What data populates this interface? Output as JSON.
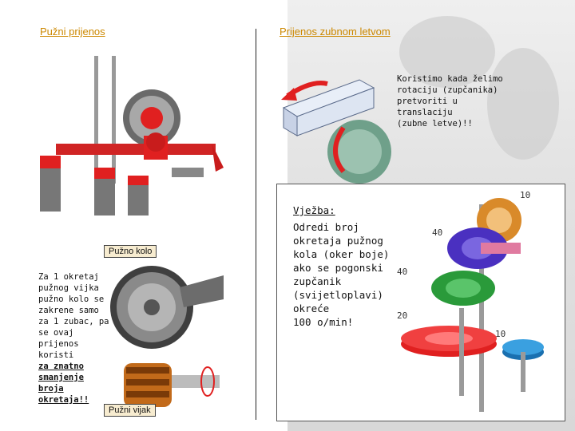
{
  "left_section": {
    "heading": "Pužni prijenos",
    "callout_worm_wheel": "Pužno kolo",
    "callout_worm_screw": "Pužni vijak",
    "description_plain": [
      "Za 1 okretaj",
      "pužnog vijka",
      "pužno kolo se",
      "zakrene samo",
      "za 1 zubac, pa",
      "se ovaj",
      "prijenos koristi"
    ],
    "description_emphasis": [
      "za znatno",
      "smanjenje",
      "broja",
      "okretaja!!"
    ]
  },
  "right_section": {
    "heading": "Prijenos zubnom letvom",
    "note": [
      "Koristimo kada želimo",
      "rotaciju (zupčanika)",
      "pretvoriti u translaciju",
      "(zubne letve)!!"
    ]
  },
  "exercise": {
    "title": "Vježba:",
    "text": [
      "Odredi broj",
      "okretaja pužnog",
      "kola (oker boje)",
      "ako se pogonski",
      "zupčanik",
      "(svijetloplavi)",
      "okreće",
      "100 o/min!"
    ],
    "tooth_labels": [
      "10",
      "40",
      "40",
      "20",
      "10"
    ]
  },
  "colors": {
    "heading": "#cc8800",
    "gear_red": "#e02020",
    "gear_gray": "#9a9a9a",
    "gear_orange": "#d98a2a",
    "gear_blue": "#3aa0e0",
    "gear_green": "#2a9a3a",
    "gear_purple": "#4a30c0"
  }
}
